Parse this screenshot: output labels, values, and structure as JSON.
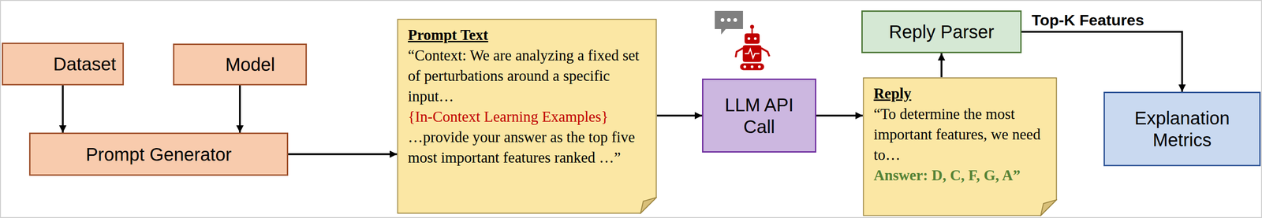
{
  "diagram": {
    "nodes": [
      {
        "text": [
          "Dataset"
        ]
      },
      {
        "text": [
          "Model"
        ]
      },
      {
        "text": [
          "Prompt Generator"
        ]
      },
      {
        "text": [
          "Prompt Text",
          "“Context: We are analyzing a fixed set of perturbations around a specific input…",
          "{In-Context Learning Examples}",
          "…provide your answer as the top five most important features ranked …”"
        ]
      },
      {
        "text": [
          "LLM API Call"
        ]
      },
      {
        "text": [
          "Reply Parser"
        ]
      },
      {
        "text": [
          "Reply",
          "“To determine the most important features, we need to…",
          "Answer: D, C, F, G, A”"
        ]
      },
      {
        "text": [
          "Explanation Metrics"
        ]
      }
    ],
    "edges": [
      {
        "from": 0,
        "to": 2,
        "arrow": "to"
      },
      {
        "from": 1,
        "to": 2,
        "arrow": "to"
      },
      {
        "from": 2,
        "to": 3,
        "arrow": "to"
      },
      {
        "from": 3,
        "to": 4,
        "arrow": "to"
      },
      {
        "from": 4,
        "to": 6,
        "arrow": "to"
      },
      {
        "from": 6,
        "to": 5,
        "arrow": "to"
      },
      {
        "from": 5,
        "to": 7,
        "label": "Top-K Features",
        "arrow": "to"
      }
    ]
  }
}
